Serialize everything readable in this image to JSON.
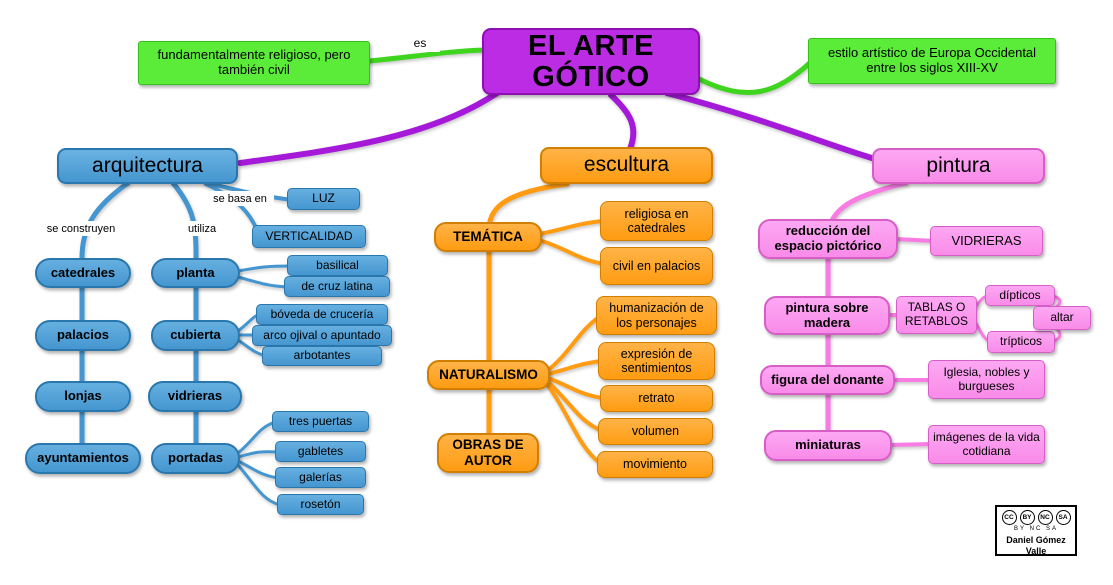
{
  "title": "EL ARTE GÓTICO",
  "es_label": "es",
  "definitions": {
    "religious": "fundamentalmente religioso, pero también civil",
    "style": "estilo artístico de Europa Occidental entre los siglos XIII-XV"
  },
  "arquitectura": {
    "label": "arquitectura",
    "relation_se_basa_en": "se basa en",
    "relation_se_construyen": "se construyen",
    "relation_utiliza": "utiliza",
    "luz": "LUZ",
    "verticalidad": "VERTICALIDAD",
    "construcciones": [
      "catedrales",
      "palacios",
      "lonjas",
      "ayuntamientos"
    ],
    "elementos": [
      "planta",
      "cubierta",
      "vidrieras",
      "portadas"
    ],
    "planta_tipos": [
      "basilical",
      "de cruz latina"
    ],
    "cubierta_tipos": [
      "bóveda de crucería",
      "arco ojival o apuntado",
      "arbotantes"
    ],
    "portadas_partes": [
      "tres puertas",
      "gabletes",
      "galerías",
      "rosetón"
    ]
  },
  "escultura": {
    "label": "escultura",
    "tematica": "TEMÁTICA",
    "tematica_tipos": [
      "religiosa en catedrales",
      "civil en palacios"
    ],
    "naturalismo": "NATURALISMO",
    "naturalismo_rasgos": [
      "humanización de los personajes",
      "expresión de sentimientos",
      "retrato",
      "volumen",
      "movimiento"
    ],
    "obras_de_autor": "OBRAS DE AUTOR"
  },
  "pintura": {
    "label": "pintura",
    "caracteristicas": [
      "reducción del espacio pictórico",
      "pintura sobre madera",
      "figura del donante",
      "miniaturas"
    ],
    "vidrieras": "VIDRIERAS",
    "tablas_o_retablos": "TABLAS O RETABLOS",
    "dipticos": "dípticos",
    "tripticos": "trípticos",
    "altar": "altar",
    "donante_origen": "Iglesia, nobles y burgueses",
    "miniaturas_tema": "imágenes de la vida cotidiana"
  },
  "license": {
    "icons": [
      "cc",
      "by",
      "nc",
      "sa"
    ],
    "caption": "BY NC SA",
    "author": "Daniel Gómez Valle"
  },
  "colors": {
    "center": "#BB2CE4",
    "green": "#5BEC3A",
    "blue": "#4596D0",
    "orange": "#FF9C12",
    "pink": "#F98BE9",
    "purple_line": "#A51AD8"
  }
}
